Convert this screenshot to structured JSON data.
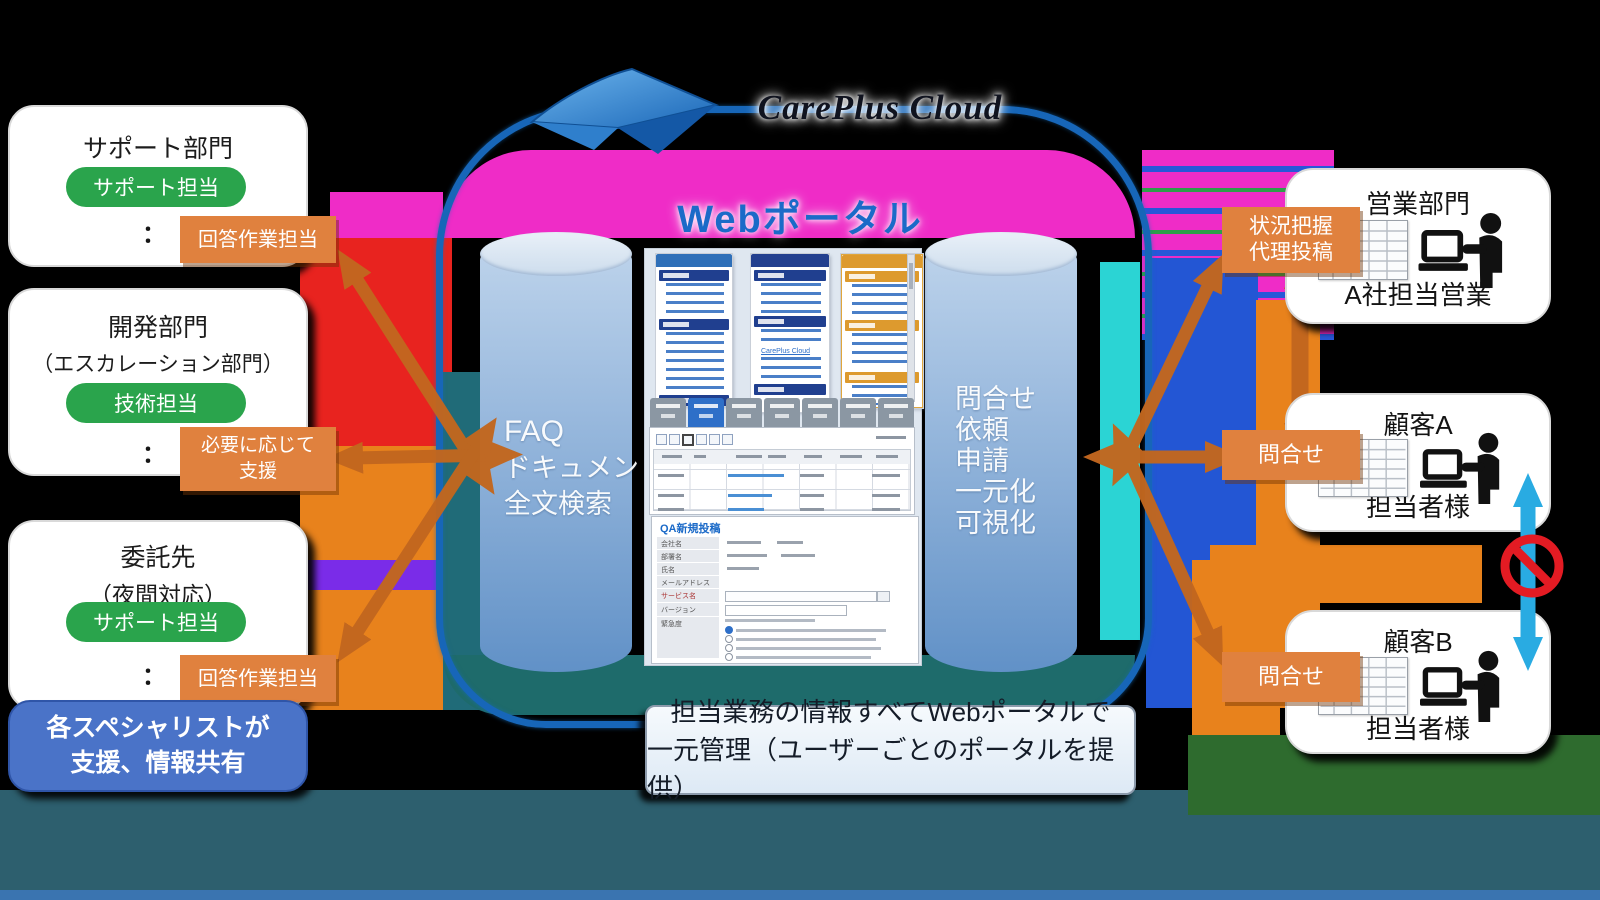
{
  "product": {
    "name": "CarePlus Cloud",
    "portal_label": "Webポータル"
  },
  "left": {
    "box1": {
      "title": "サポート部門",
      "pill": "サポート担当",
      "colon": "：",
      "tag": "回答作業担当"
    },
    "box2": {
      "title": "開発部門",
      "subtitle": "（エスカレーション部門）",
      "pill": "技術担当",
      "colon": "：",
      "tag_line1": "必要に応じて",
      "tag_line2": "支援"
    },
    "box3": {
      "title": "委託先",
      "subtitle": "（夜間対応）",
      "pill": "サポート担当",
      "colon": "：",
      "tag": "回答作業担当"
    },
    "footer_line1": "各スペシャリストが",
    "footer_line2": "支援、情報共有"
  },
  "center": {
    "cyl_left_line1": "FAQ",
    "cyl_left_line2": "ドキュメント",
    "cyl_left_line3": "全文検索",
    "cyl_right_line1": "問合せ",
    "cyl_right_line2": "依頼",
    "cyl_right_line3": "申請",
    "cyl_right_line4": "一元化",
    "cyl_right_line5": "可視化",
    "note_line1": "担当業務の情報すべてWebポータルで",
    "note_line2": "一元管理（ユーザーごとのポータルを提供）",
    "menu_link": "CarePlus Cloud",
    "form_title": "QA新規投稿",
    "form_labels": {
      "l1": "会社名",
      "l2": "部署名",
      "l3": "氏名",
      "l4": "メールアドレス",
      "l5": "サービス名",
      "l6": "バージョン",
      "l7": "緊急度"
    }
  },
  "right": {
    "box1": {
      "title": "営業部門",
      "subtitle": "A社担当営業",
      "tag_line1": "状況把握",
      "tag_line2": "代理投稿"
    },
    "box2": {
      "title": "顧客A",
      "subtitle": "担当者様",
      "tag": "問合せ"
    },
    "box3": {
      "title": "顧客B",
      "subtitle": "担当者様",
      "tag": "問合せ"
    }
  },
  "colors": {
    "accent_orange": "#e0813e",
    "arrow_orange": "#c2671f",
    "pill_green": "#2aa44c",
    "border_blue": "#1766b8",
    "portal_blue": "#1b6ac8",
    "glitch_magenta": "#ef2cc7",
    "cyan_arrow": "#29abe2",
    "ban_red": "#e31b23",
    "footer_blue": "#4a73c8"
  }
}
